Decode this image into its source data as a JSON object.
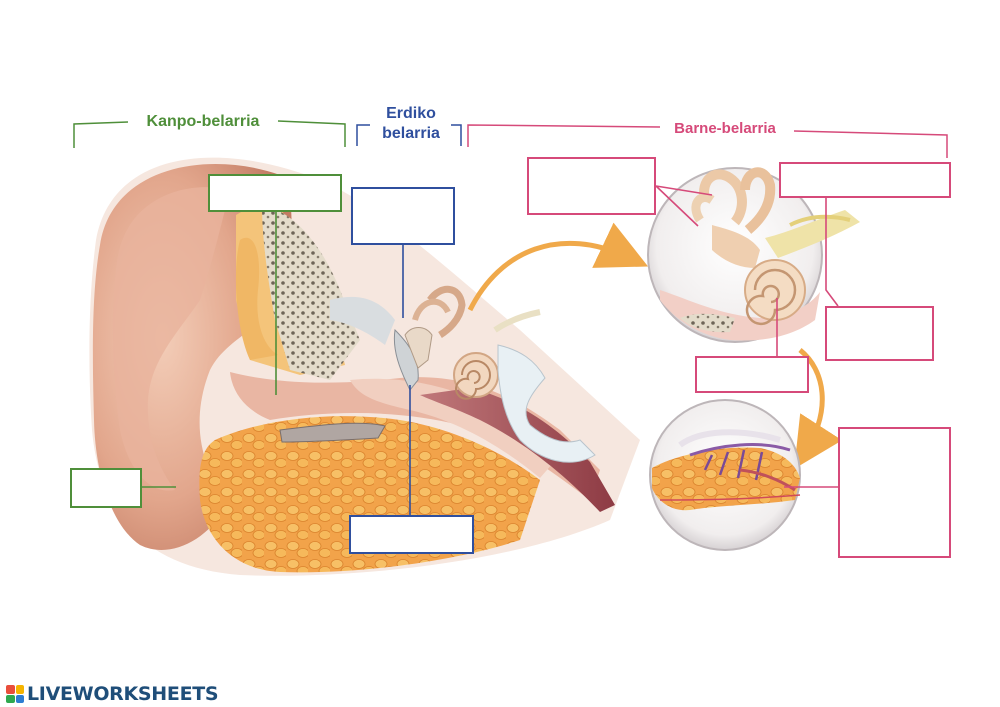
{
  "labels": {
    "outer_ear": "Kanpo-belarria",
    "middle_ear_line1": "Erdiko",
    "middle_ear_line2": "belarria",
    "inner_ear": "Barne-belarria"
  },
  "colors": {
    "outer": "#4f8f3a",
    "middle": "#2f4f9e",
    "inner": "#d64a7a",
    "arrow": "#f0a94a",
    "brand": "#1f4e79"
  },
  "brand": {
    "text": "LIVEWORKSHEETS"
  }
}
